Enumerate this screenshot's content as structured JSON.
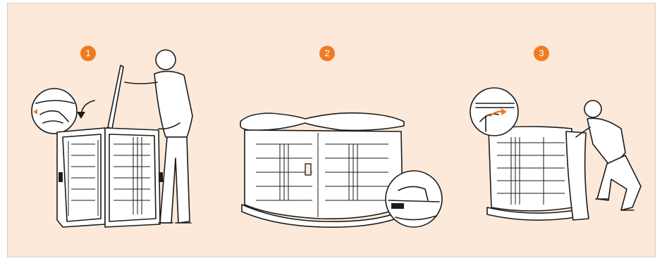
{
  "steps": [
    {
      "number": "1",
      "badge_color": "#f07b22",
      "icon": "open-lid-illustration"
    },
    {
      "number": "2",
      "badge_color": "#f07b22",
      "icon": "assembled-bar-illustration"
    },
    {
      "number": "3",
      "badge_color": "#f07b22",
      "icon": "attach-panel-illustration"
    }
  ],
  "colors": {
    "background": "#fde9d9",
    "accent": "#f07b22",
    "ink": "#1b1b1b"
  }
}
